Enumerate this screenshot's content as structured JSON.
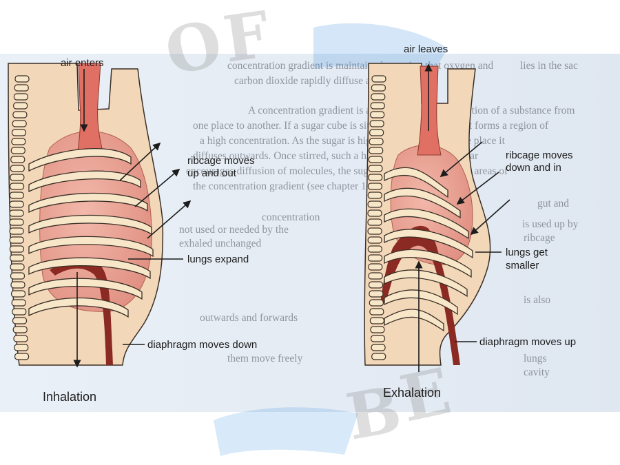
{
  "background_text": {
    "lines": [
      "concentration gradient is maintained ensuring that oxygen and",
      "carbon dioxide rapidly diffuse across.",
      "A concentration gradient is a difference in concentration of a substance from",
      "one place to another. If a sugar cube is sitting in a cup of coffee it forms a region of",
      "a high concentration. As the sugar is highly concentrated in one place it",
      "diffuses outwards. Once stirred, such a high concentration of sugar",
      "encourages diffusion of molecules, the sugar start to move towards areas of",
      "the concentration gradient (see chapter 1 for more on diffusion)",
      "concentration"
    ],
    "side_lines": [
      "is used up by",
      "ribcage",
      "not used or needed by the",
      "exhaled unchanged",
      "is also",
      "gut and",
      "lies in the sac",
      "outwards and forwards",
      "them move freely",
      "lungs",
      "cavity"
    ]
  },
  "watermark": {
    "letters": [
      "O",
      "F",
      "B",
      "E"
    ],
    "color": "#3b8fe0"
  },
  "inhalation": {
    "caption": "Inhalation",
    "air_label": "air enters",
    "ribcage_label_1": "ribcage moves",
    "ribcage_label_2": "up and out",
    "lungs_label": "lungs expand",
    "diaphragm_label": "diaphragm moves down"
  },
  "exhalation": {
    "caption": "Exhalation",
    "air_label": "air leaves",
    "ribcage_label_1": "ribcage moves",
    "ribcage_label_2": "down and in",
    "lungs_label_1": "lungs get",
    "lungs_label_2": "smaller",
    "diaphragm_label": "diaphragm moves up"
  },
  "colors": {
    "torso": "#f3d7b9",
    "lung": "#e89a8c",
    "trachea": "#e06f64",
    "bone": "#f7e6c8",
    "outline": "#3a2f26",
    "diaphragm": "#8a2a22"
  }
}
